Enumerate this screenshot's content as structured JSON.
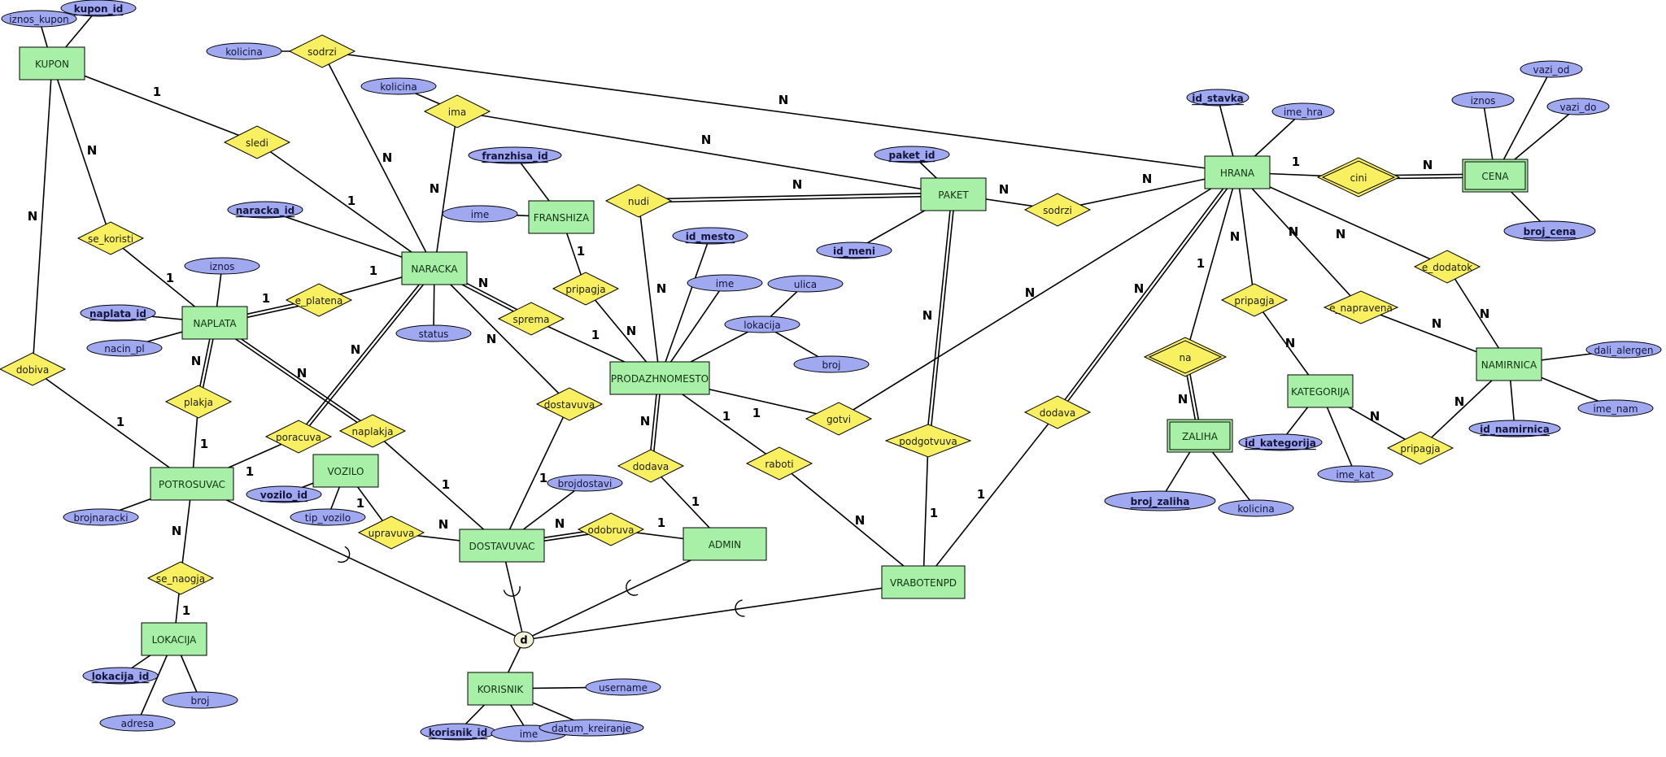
{
  "diagram": {
    "type": "ER diagram",
    "colors": {
      "entity": "#a8f0a8",
      "relationship": "#f8f060",
      "attribute": "#a0a8f0",
      "line": "#000000"
    },
    "entities": [
      {
        "id": "kupon",
        "label": "KUPON"
      },
      {
        "id": "naracka",
        "label": "NARACKA"
      },
      {
        "id": "franshiza",
        "label": "FRANSHIZA"
      },
      {
        "id": "paket",
        "label": "PAKET"
      },
      {
        "id": "hrana",
        "label": "HRANA"
      },
      {
        "id": "cena",
        "label": "CENA",
        "weak": true
      },
      {
        "id": "naplata",
        "label": "NAPLATA"
      },
      {
        "id": "prodazhnomesto",
        "label": "PRODAZHNOMESTO"
      },
      {
        "id": "zaliha",
        "label": "ZALIHA",
        "weak": true
      },
      {
        "id": "kategorija",
        "label": "KATEGORIJA"
      },
      {
        "id": "namirnica",
        "label": "NAMIRNICA"
      },
      {
        "id": "potrosuvac",
        "label": "POTROSUVAC"
      },
      {
        "id": "vozilo",
        "label": "VOZILO"
      },
      {
        "id": "dostavuvac",
        "label": "DOSTAVUVAC"
      },
      {
        "id": "admin",
        "label": "ADMIN"
      },
      {
        "id": "vrabotenpd",
        "label": "VRABOTENPD"
      },
      {
        "id": "lokacija",
        "label": "LOKACIJA"
      },
      {
        "id": "korisnik",
        "label": "KORISNIK"
      }
    ],
    "relationships": [
      {
        "id": "sodrzi1",
        "label": "sodrzi"
      },
      {
        "id": "ima",
        "label": "ima"
      },
      {
        "id": "sledi",
        "label": "sledi"
      },
      {
        "id": "se_koristi",
        "label": "se_koristi"
      },
      {
        "id": "nudi",
        "label": "nudi"
      },
      {
        "id": "sodrzi2",
        "label": "sodrzi"
      },
      {
        "id": "cini",
        "label": "cini",
        "identifying": true
      },
      {
        "id": "e_platena",
        "label": "e_platena"
      },
      {
        "id": "pripagja1",
        "label": "pripagja"
      },
      {
        "id": "sprema",
        "label": "sprema"
      },
      {
        "id": "dobiva",
        "label": "dobiva"
      },
      {
        "id": "plakja",
        "label": "plakja"
      },
      {
        "id": "poracuva",
        "label": "poracuva"
      },
      {
        "id": "naplakja",
        "label": "naplakja"
      },
      {
        "id": "dostavuva",
        "label": "dostavuva"
      },
      {
        "id": "gotvi",
        "label": "gotvi"
      },
      {
        "id": "dodava1",
        "label": "dodava"
      },
      {
        "id": "raboti",
        "label": "raboti"
      },
      {
        "id": "podgotvuva",
        "label": "podgotvuva"
      },
      {
        "id": "dodava2",
        "label": "dodava"
      },
      {
        "id": "na",
        "label": "na",
        "identifying": true
      },
      {
        "id": "pripagja2",
        "label": "pripagja"
      },
      {
        "id": "e_napravena",
        "label": "e_napravena"
      },
      {
        "id": "e_dodatok",
        "label": "e_dodatok"
      },
      {
        "id": "pripagja3",
        "label": "pripagja"
      },
      {
        "id": "upravuva",
        "label": "upravuva"
      },
      {
        "id": "odobruva",
        "label": "odobruva"
      },
      {
        "id": "se_naogja",
        "label": "se_naogja"
      }
    ],
    "attributes": [
      {
        "id": "iznos_kupon",
        "label": "iznos_kupon",
        "key": false
      },
      {
        "id": "kupon_id",
        "label": "kupon_id",
        "key": true
      },
      {
        "id": "kolicina_sodrzi",
        "label": "kolicina",
        "key": false
      },
      {
        "id": "kolicina_ima",
        "label": "kolicina",
        "key": false
      },
      {
        "id": "franzhisa_id",
        "label": "franzhisa_id",
        "key": true
      },
      {
        "id": "ime_fr",
        "label": "ime",
        "key": false
      },
      {
        "id": "naracka_id",
        "label": "naracka_id",
        "key": true
      },
      {
        "id": "status",
        "label": "status",
        "key": false
      },
      {
        "id": "iznos_np",
        "label": "iznos",
        "key": false
      },
      {
        "id": "naplata_id",
        "label": "naplata_id",
        "key": true
      },
      {
        "id": "nacin_pl",
        "label": "nacin_pl",
        "key": false
      },
      {
        "id": "paket_id",
        "label": "paket_id",
        "key": true
      },
      {
        "id": "id_meni",
        "label": "id_meni",
        "key": true
      },
      {
        "id": "id_mesto",
        "label": "id_mesto",
        "key": true
      },
      {
        "id": "ime_pm",
        "label": "ime",
        "key": false
      },
      {
        "id": "lokacija_pm",
        "label": "lokacija",
        "key": false
      },
      {
        "id": "ulica",
        "label": "ulica",
        "key": false
      },
      {
        "id": "broj_pm",
        "label": "broj",
        "key": false
      },
      {
        "id": "id_stavka",
        "label": "id_stavka",
        "key": true
      },
      {
        "id": "ime_hra",
        "label": "ime_hra",
        "key": false
      },
      {
        "id": "iznos_cena",
        "label": "iznos",
        "key": false
      },
      {
        "id": "vazi_od",
        "label": "vazi_od",
        "key": false
      },
      {
        "id": "vazi_do",
        "label": "vazi_do",
        "key": false
      },
      {
        "id": "broj_cena",
        "label": "broj_cena",
        "key": true
      },
      {
        "id": "broj_zaliha",
        "label": "broj_zaliha",
        "key": true
      },
      {
        "id": "kolicina_zal",
        "label": "kolicina",
        "key": false
      },
      {
        "id": "id_kategorija",
        "label": "id_kategorija",
        "key": true
      },
      {
        "id": "ime_kat",
        "label": "ime_kat",
        "key": false
      },
      {
        "id": "dali_alergen",
        "label": "dali_alergen",
        "key": false
      },
      {
        "id": "ime_nam",
        "label": "ime_nam",
        "key": false
      },
      {
        "id": "id_namirnica",
        "label": "id_namirnica",
        "key": true
      },
      {
        "id": "brojnaracki",
        "label": "brojnaracki",
        "key": false
      },
      {
        "id": "vozilo_id",
        "label": "vozilo_id",
        "key": true
      },
      {
        "id": "tip_vozilo",
        "label": "tip_vozilo",
        "key": false
      },
      {
        "id": "brojdostavi",
        "label": "brojdostavi",
        "key": false
      },
      {
        "id": "lokacija_id",
        "label": "lokacija_id",
        "key": true
      },
      {
        "id": "broj_lok",
        "label": "broj",
        "key": false
      },
      {
        "id": "adresa",
        "label": "adresa",
        "key": false
      },
      {
        "id": "username",
        "label": "username",
        "key": false
      },
      {
        "id": "korisnik_id",
        "label": "korisnik_id",
        "key": true
      },
      {
        "id": "ime_kor",
        "label": "ime",
        "key": false
      },
      {
        "id": "datum_kreiranje",
        "label": "datum_kreiranje",
        "key": false
      }
    ],
    "links": [
      {
        "from": "kupon",
        "to": "sledi",
        "card": "1"
      },
      {
        "from": "sledi",
        "to": "naracka",
        "card": "1"
      },
      {
        "from": "kupon",
        "to": "se_koristi",
        "card": "N"
      },
      {
        "from": "se_koristi",
        "to": "naplata",
        "card": "1"
      },
      {
        "from": "kupon",
        "to": "dobiva",
        "card": "N"
      },
      {
        "from": "dobiva",
        "to": "potrosuvac",
        "card": "1"
      },
      {
        "from": "sodrzi1",
        "to": "naracka",
        "card": "N"
      },
      {
        "from": "sodrzi1",
        "to": "hrana",
        "card": "N"
      },
      {
        "from": "ima",
        "to": "naracka",
        "card": "N"
      },
      {
        "from": "ima",
        "to": "paket",
        "card": "N"
      },
      {
        "from": "franshiza",
        "to": "pripagja1",
        "card": "1"
      },
      {
        "from": "pripagja1",
        "to": "prodazhnomesto",
        "card": "N"
      },
      {
        "from": "nudi",
        "to": "paket",
        "card": "N",
        "total": true
      },
      {
        "from": "nudi",
        "to": "prodazhnomesto",
        "card": "N"
      },
      {
        "from": "paket",
        "to": "sodrzi2",
        "card": "N"
      },
      {
        "from": "sodrzi2",
        "to": "hrana",
        "card": "N"
      },
      {
        "from": "hrana",
        "to": "cini",
        "card": "1"
      },
      {
        "from": "cini",
        "to": "cena",
        "card": "N",
        "total": true
      },
      {
        "from": "naplata",
        "to": "e_platena",
        "card": "1",
        "total": true
      },
      {
        "from": "e_platena",
        "to": "naracka",
        "card": "1"
      },
      {
        "from": "naracka",
        "to": "sprema",
        "card": "N",
        "total": true
      },
      {
        "from": "sprema",
        "to": "prodazhnomesto",
        "card": "1"
      },
      {
        "from": "naplata",
        "to": "plakja",
        "card": "N",
        "total": true
      },
      {
        "from": "plakja",
        "to": "potrosuvac",
        "card": "1"
      },
      {
        "from": "naracka",
        "to": "poracuva",
        "card": "N",
        "total": true
      },
      {
        "from": "poracuva",
        "to": "potrosuvac",
        "card": "1"
      },
      {
        "from": "naplata",
        "to": "naplakja",
        "card": "N",
        "total": true
      },
      {
        "from": "naplakja",
        "to": "dostavuvac",
        "card": "1"
      },
      {
        "from": "naracka",
        "to": "dostavuva",
        "card": "N"
      },
      {
        "from": "dostavuva",
        "to": "dostavuvac",
        "card": "1"
      },
      {
        "from": "prodazhnomesto",
        "to": "gotvi",
        "card": "1"
      },
      {
        "from": "gotvi",
        "to": "hrana",
        "card": "N"
      },
      {
        "from": "prodazhnomesto",
        "to": "dodava1",
        "card": "N",
        "total": true
      },
      {
        "from": "dodava1",
        "to": "admin",
        "card": "1"
      },
      {
        "from": "prodazhnomesto",
        "to": "raboti",
        "card": "1"
      },
      {
        "from": "raboti",
        "to": "vrabotenpd",
        "card": "N"
      },
      {
        "from": "paket",
        "to": "podgotvuva",
        "card": "N",
        "total": true
      },
      {
        "from": "podgotvuva",
        "to": "vrabotenpd",
        "card": "1"
      },
      {
        "from": "hrana",
        "to": "dodava2",
        "card": "N",
        "total": true
      },
      {
        "from": "dodava2",
        "to": "vrabotenpd",
        "card": "1"
      },
      {
        "from": "hrana",
        "to": "na",
        "card": "1"
      },
      {
        "from": "na",
        "to": "zaliha",
        "card": "N",
        "total": true
      },
      {
        "from": "hrana",
        "to": "pripagja2",
        "card": "N"
      },
      {
        "from": "pripagja2",
        "to": "kategorija",
        "card": "N"
      },
      {
        "from": "hrana",
        "to": "e_napravena",
        "card": "N"
      },
      {
        "from": "e_napravena",
        "to": "namirnica",
        "card": "N"
      },
      {
        "from": "hrana",
        "to": "e_dodatok",
        "card": "N"
      },
      {
        "from": "e_dodatok",
        "to": "namirnica",
        "card": "N"
      },
      {
        "from": "kategorija",
        "to": "pripagja3",
        "card": "N"
      },
      {
        "from": "pripagja3",
        "to": "namirnica",
        "card": "N"
      },
      {
        "from": "vozilo",
        "to": "upravuva",
        "card": "1"
      },
      {
        "from": "upravuva",
        "to": "dostavuvac",
        "card": "N"
      },
      {
        "from": "dostavuvac",
        "to": "odobruva",
        "card": "N",
        "total": true
      },
      {
        "from": "odobruva",
        "to": "admin",
        "card": "1"
      },
      {
        "from": "potrosuvac",
        "to": "se_naogja",
        "card": "N"
      },
      {
        "from": "se_naogja",
        "to": "lokacija",
        "card": "1"
      }
    ],
    "specialization": {
      "symbol": "d",
      "superclass": "korisnik",
      "subclasses": [
        "potrosuvac",
        "dostavuvac",
        "admin",
        "vrabotenpd"
      ]
    }
  }
}
